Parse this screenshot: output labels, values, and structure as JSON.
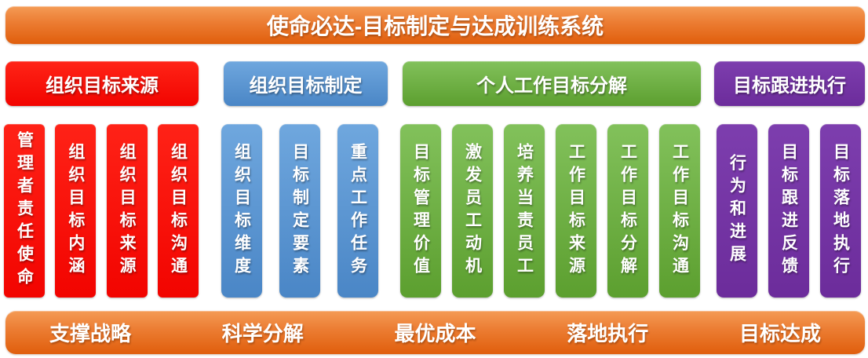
{
  "title": "使命必达-目标制定与达成训练系统",
  "sections": [
    {
      "label": "组织目标来源",
      "color": "#F20400",
      "columns": [
        "管理者责任使命",
        "组织目标内涵",
        "组织目标来源",
        "组织目标沟通"
      ]
    },
    {
      "label": "组织目标制定",
      "color": "#5B9BD5",
      "columns": [
        "组织目标维度",
        "目标制定要素",
        "重点工作任务"
      ]
    },
    {
      "label": "个人工作目标分解",
      "color": "#70AD47",
      "columns": [
        "目标管理价值",
        "激发员工动机",
        "培养当责员工",
        "工作目标来源",
        "工作目标分解",
        "工作目标沟通"
      ]
    },
    {
      "label": "目标跟进执行",
      "color": "#7030A0",
      "columns": [
        "行为和进展",
        "目标跟进反馈",
        "目标落地执行"
      ]
    }
  ],
  "footer": {
    "labels": [
      "支撑战略",
      "科学分解",
      "最优成本",
      "落地执行",
      "目标达成"
    ]
  },
  "accent_colors": {
    "banner_orange": "#E8711F",
    "red": "#F20400",
    "blue": "#5B9BD5",
    "green": "#70AD47",
    "purple": "#7030A0"
  }
}
